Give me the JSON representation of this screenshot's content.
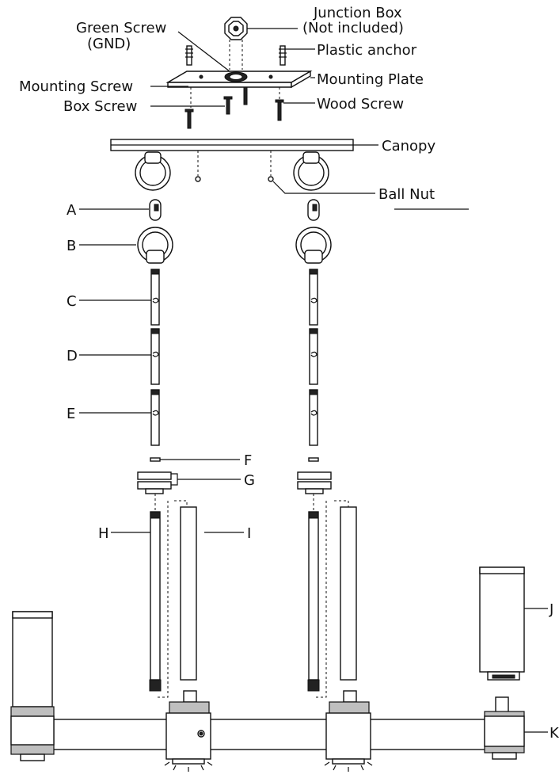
{
  "labels": {
    "junction_box_line1": "Junction Box",
    "junction_box_line2": "(Not included)",
    "green_screw_line1": "Green Screw",
    "green_screw_line2": "(GND)",
    "plastic_anchor": "Plastic anchor",
    "mounting_screw": "Mounting Screw",
    "mounting_plate": "Mounting Plate",
    "box_screw": "Box Screw",
    "wood_screw": "Wood Screw",
    "canopy": "Canopy",
    "ball_nut": "Ball Nut",
    "A": "A",
    "B": "B",
    "C": "C",
    "D": "D",
    "E": "E",
    "F": "F",
    "G": "G",
    "H": "H",
    "I": "I",
    "J": "J",
    "K": "K"
  }
}
